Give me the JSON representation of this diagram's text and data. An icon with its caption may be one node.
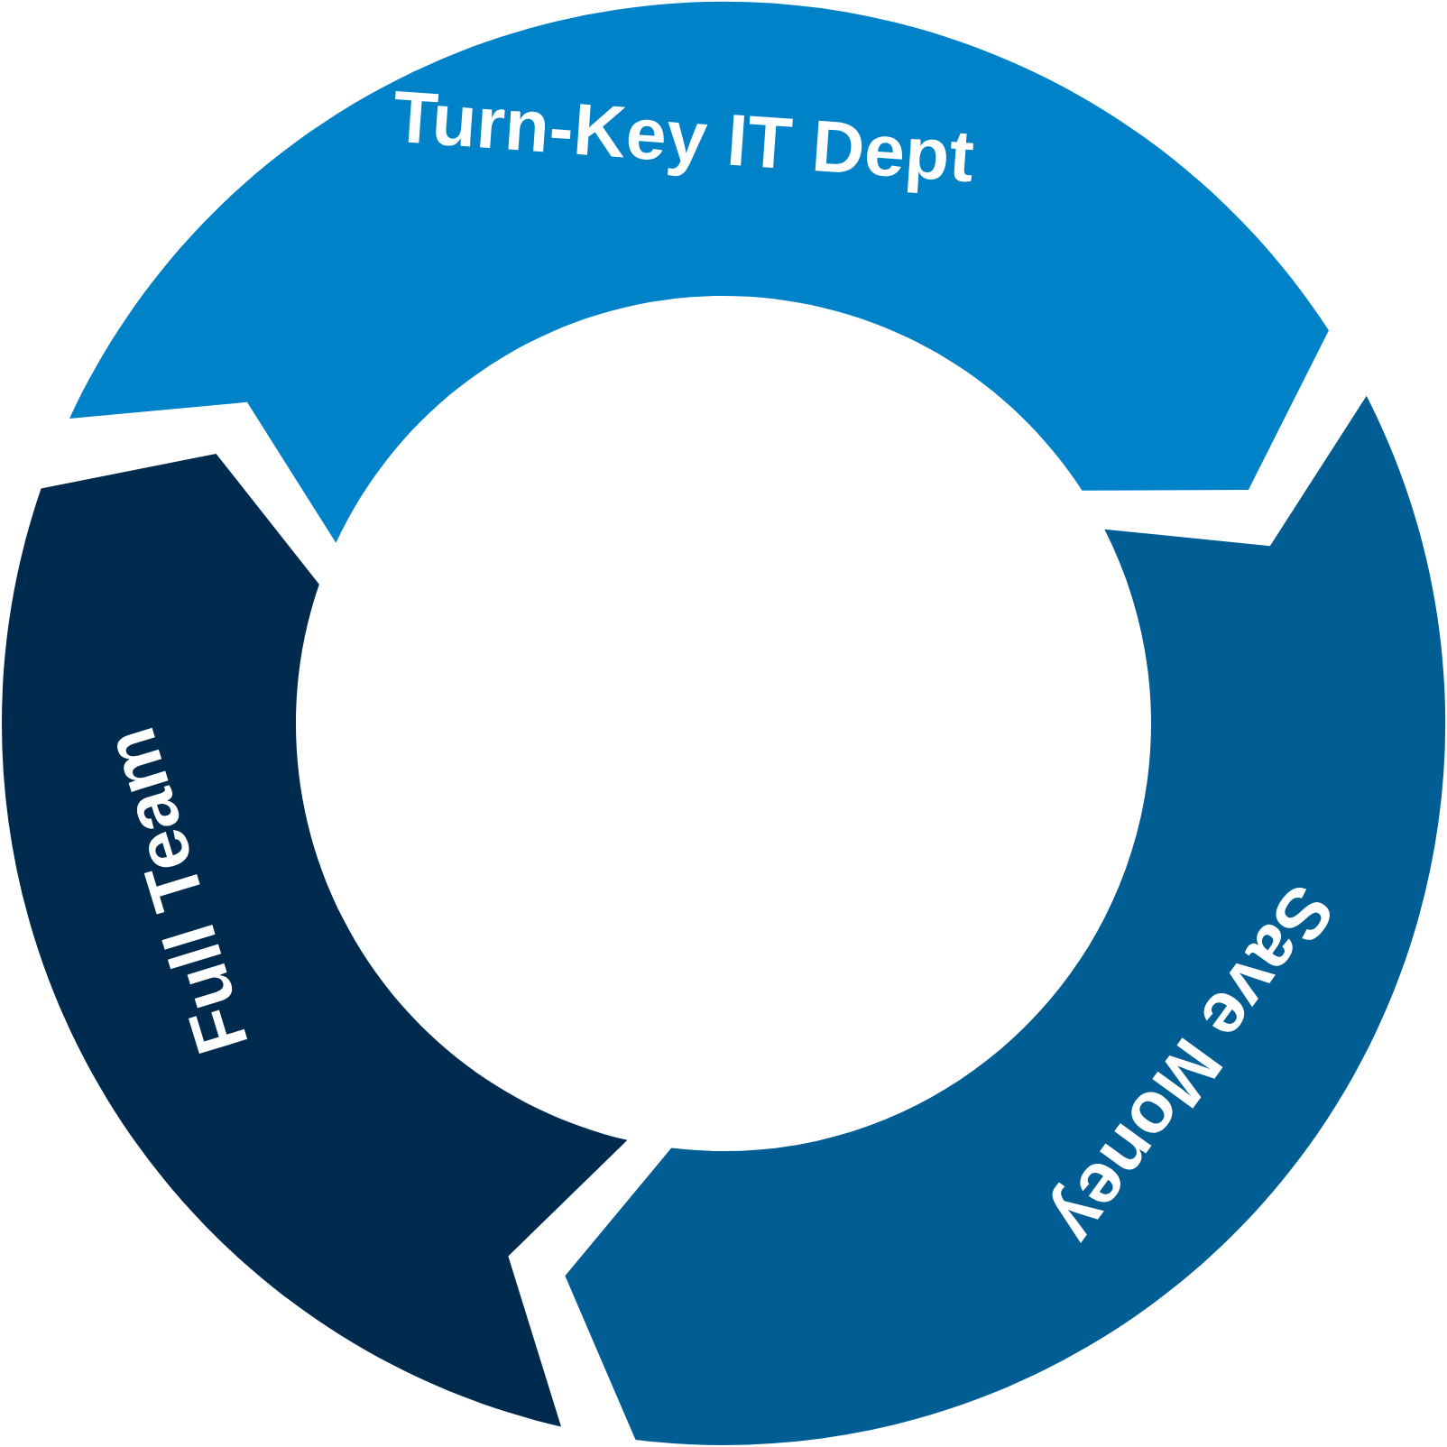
{
  "diagram": {
    "nodes": [
      {
        "text": [
          "Turn-Key IT Dept"
        ]
      },
      {
        "text": [
          "Save Money"
        ]
      },
      {
        "text": [
          "Full Team"
        ]
      }
    ]
  }
}
